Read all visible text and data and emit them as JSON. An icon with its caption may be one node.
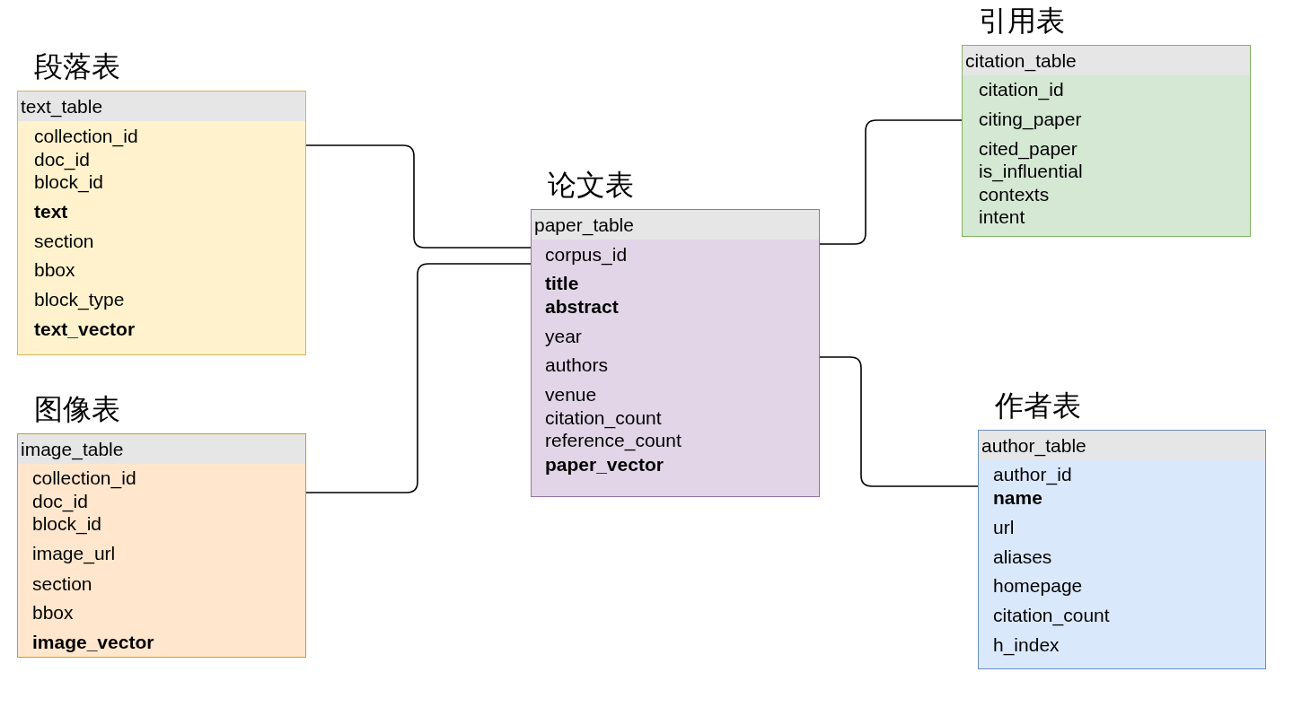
{
  "diagram": {
    "nodes": [
      {
        "text": [
          "段落表",
          "text_table",
          "collection_id",
          "doc_id",
          "block_id",
          "text",
          "section",
          "bbox",
          "block_type",
          "text_vector"
        ]
      },
      {
        "text": [
          "图像表",
          "image_table",
          "collection_id",
          "doc_id",
          "block_id",
          "image_url",
          "section",
          "bbox",
          "image_vector"
        ]
      },
      {
        "text": [
          "论文表",
          "paper_table",
          "corpus_id",
          "title",
          "abstract",
          "year",
          "authors",
          "venue",
          "citation_count",
          "reference_count",
          "paper_vector"
        ]
      },
      {
        "text": [
          "引用表",
          "citation_table",
          "citation_id",
          "citing_paper",
          "cited_paper",
          "is_influential",
          "contexts",
          "intent"
        ]
      },
      {
        "text": [
          "作者表",
          "author_table",
          "author_id",
          "name",
          "url",
          "aliases",
          "homepage",
          "citation_count",
          "h_index"
        ]
      }
    ],
    "edges": [
      {
        "from": 0,
        "to": 2,
        "arrow": "none"
      },
      {
        "from": 1,
        "to": 2,
        "arrow": "none"
      },
      {
        "from": 2,
        "to": 3,
        "arrow": "none"
      },
      {
        "from": 2,
        "to": 4,
        "arrow": "none"
      }
    ]
  }
}
